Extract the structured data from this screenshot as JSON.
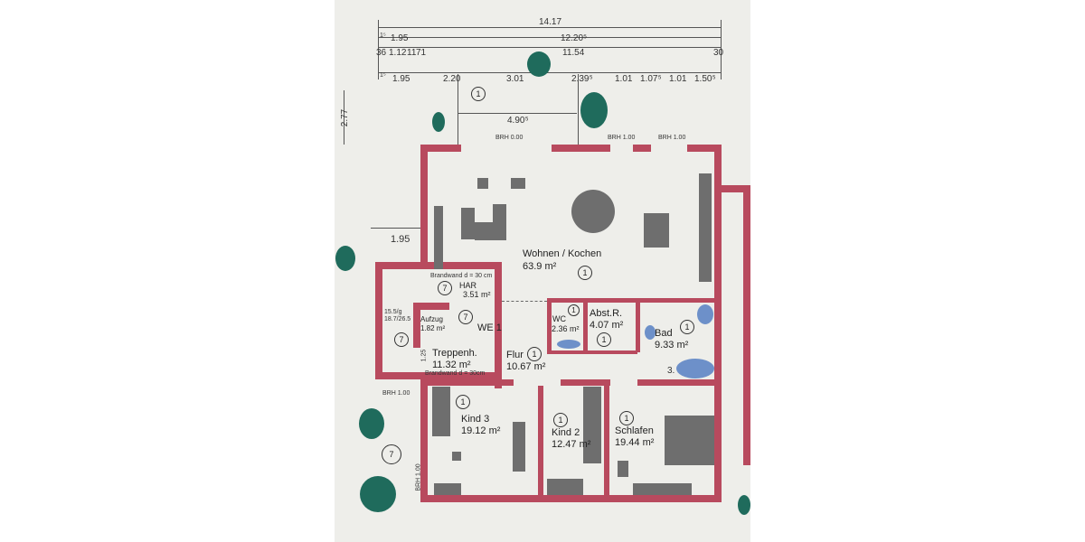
{
  "dimensions": {
    "overall": "14.17",
    "row2": [
      "1⁵",
      "1.95",
      "12.20⁵"
    ],
    "row3": [
      "36",
      "1.12",
      "11",
      "71",
      "11.54",
      "30"
    ],
    "row4": [
      "1⁵",
      "1.95",
      "2.20",
      "3.01",
      "2.39⁵",
      "1.01",
      "1.07⁵",
      "1.01",
      "1.50⁵"
    ],
    "terrace_depth": "2.77",
    "terrace_width": "4.90⁵",
    "side": "1.95",
    "stair_dims": [
      "15.5/g",
      "18.7/26.5"
    ],
    "stair_small": "1.25",
    "bath_extra": "3."
  },
  "brh": [
    "BRH 0.00",
    "BRH 1.00",
    "BRH 1.00",
    "BRH 1.00",
    "BRH 1.00"
  ],
  "rooms": [
    {
      "name": "Wohnen / Kochen",
      "area": "63.9 m²",
      "tag": "1"
    },
    {
      "name": "HAR",
      "area": "3.51 m²",
      "tag": "7"
    },
    {
      "name": "Aufzug",
      "area": "1.82 m²",
      "tag": "7"
    },
    {
      "name": "Treppenh.",
      "area": "11.32 m²",
      "tag": "7"
    },
    {
      "name": "Flur",
      "area": "10.67 m²",
      "tag": "1"
    },
    {
      "name": "WC",
      "area": "2.36 m²",
      "tag": "1"
    },
    {
      "name": "Abst.R.",
      "area": "4.07 m²",
      "tag": "1"
    },
    {
      "name": "Bad",
      "area": "9.33 m²",
      "tag": "1"
    },
    {
      "name": "Kind 3",
      "area": "19.12 m²",
      "tag": "1"
    },
    {
      "name": "Kind 2",
      "area": "12.47 m²",
      "tag": "1"
    },
    {
      "name": "Schlafen",
      "area": "19.44 m²",
      "tag": "1"
    }
  ],
  "unit_label": "WE 1",
  "fire_wall": [
    "Brandwand d = 30 cm",
    "Brandwand d = 30cm"
  ],
  "tags": {
    "terrace": "1",
    "stairs": "7",
    "garden": "7"
  },
  "colors": {
    "wall": "#b84a5e",
    "furniture": "#6e6e6e",
    "trees": "#1f6b5c",
    "fixtures": "#6d90c9",
    "paper": "#eeeeea"
  }
}
